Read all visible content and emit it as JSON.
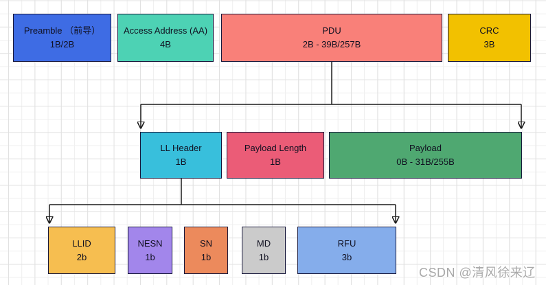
{
  "boxes": {
    "preamble": {
      "line1": "Preamble （前导）",
      "line2": "1B/2B",
      "fill": "#3E6CE4"
    },
    "access_address": {
      "line1": "Access Address (AA)",
      "line2": "4B",
      "fill": "#4DD2B4"
    },
    "pdu": {
      "line1": "PDU",
      "line2": "2B - 39B/257B",
      "fill": "#F98079"
    },
    "crc": {
      "line1": "CRC",
      "line2": "3B",
      "fill": "#F2C100"
    },
    "ll_header": {
      "line1": "LL Header",
      "line2": "1B",
      "fill": "#38BFDC"
    },
    "payload_length": {
      "line1": "Payload Length",
      "line2": "1B",
      "fill": "#EB5C77"
    },
    "payload": {
      "line1": "Payload",
      "line2": "0B - 31B/255B",
      "fill": "#4FA871"
    },
    "llid": {
      "line1": "LLID",
      "line2": "2b",
      "fill": "#F6BE50"
    },
    "nesn": {
      "line1": "NESN",
      "line2": "1b",
      "fill": "#A286EB"
    },
    "sn": {
      "line1": "SN",
      "line2": "1b",
      "fill": "#EC8A5C"
    },
    "md": {
      "line1": "MD",
      "line2": "1b",
      "fill": "#CBCBCB"
    },
    "rfu": {
      "line1": "RFU",
      "line2": "3b",
      "fill": "#85ADEB"
    }
  },
  "colors": {
    "box_border": "#17173B",
    "connector": "#1B1B1B",
    "grid_major": "#E1E1E1",
    "grid_minor": "#EFEFEF",
    "text": "#101020",
    "watermark": "#949494"
  },
  "watermark": {
    "text": "CSDN @清风徐来辽"
  }
}
